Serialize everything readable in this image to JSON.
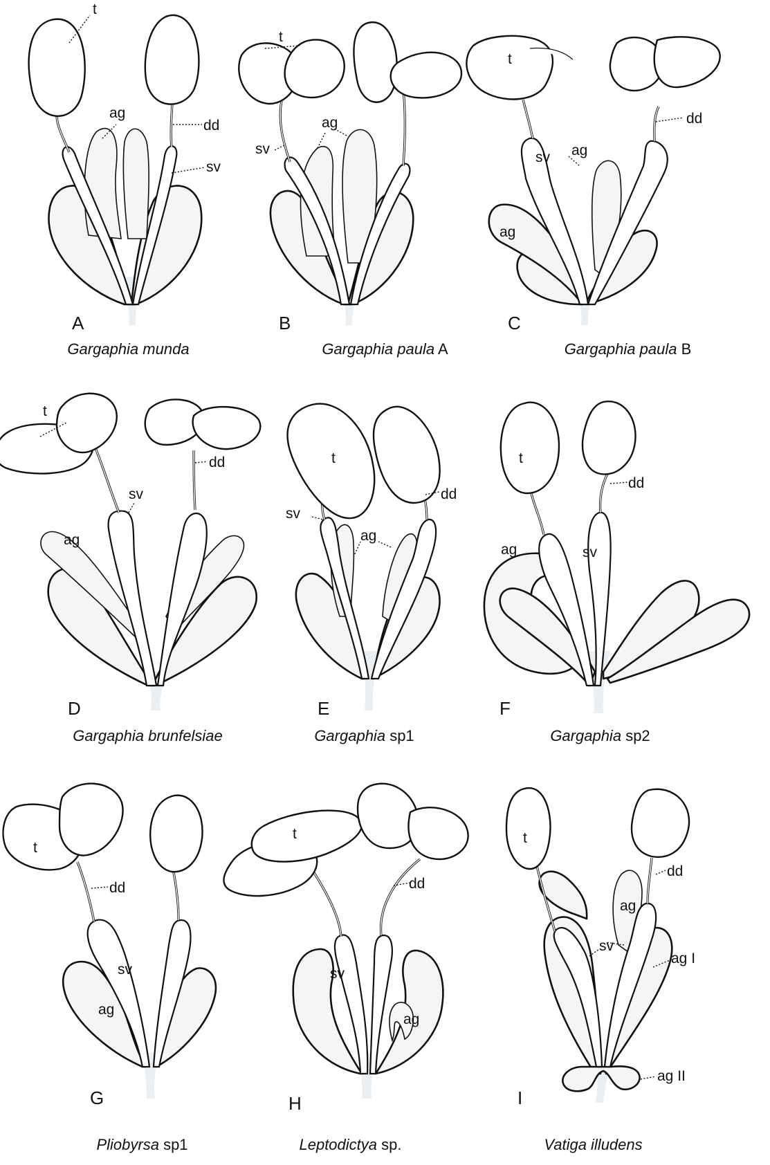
{
  "panels": [
    {
      "letter": "A",
      "genus": "Gargaphia",
      "epithet": "munda",
      "suffix": "",
      "labels": [
        "t",
        "ag",
        "dd",
        "sv"
      ]
    },
    {
      "letter": "B",
      "genus": "Gargaphia",
      "epithet": "paula",
      "suffix": "A",
      "labels": [
        "t",
        "sv",
        "ag"
      ]
    },
    {
      "letter": "C",
      "genus": "Gargaphia",
      "epithet": "paula",
      "suffix": "B",
      "labels": [
        "t",
        "dd",
        "sv",
        "ag",
        "ag"
      ]
    },
    {
      "letter": "D",
      "genus": "Gargaphia",
      "epithet": "brunfelsiae",
      "suffix": "",
      "labels": [
        "t",
        "dd",
        "sv",
        "ag"
      ]
    },
    {
      "letter": "E",
      "genus": "Gargaphia",
      "epithet": "",
      "suffix": "sp1",
      "labels": [
        "t",
        "dd",
        "sv",
        "ag"
      ]
    },
    {
      "letter": "F",
      "genus": "Gargaphia",
      "epithet": "",
      "suffix": "sp2",
      "labels": [
        "t",
        "dd",
        "sv",
        "ag"
      ]
    },
    {
      "letter": "G",
      "genus": "Pliobyrsa",
      "epithet": "",
      "suffix": "sp1",
      "labels": [
        "t",
        "dd",
        "sv",
        "ag"
      ]
    },
    {
      "letter": "H",
      "genus": "Leptodictya",
      "epithet": "",
      "suffix": "sp.",
      "labels": [
        "t",
        "dd",
        "sv",
        "ag"
      ]
    },
    {
      "letter": "I",
      "genus": "Vatiga illudens",
      "epithet": "",
      "suffix": "",
      "labels": [
        "t",
        "dd",
        "ag",
        "sv",
        "ag I",
        "ag II"
      ]
    }
  ]
}
